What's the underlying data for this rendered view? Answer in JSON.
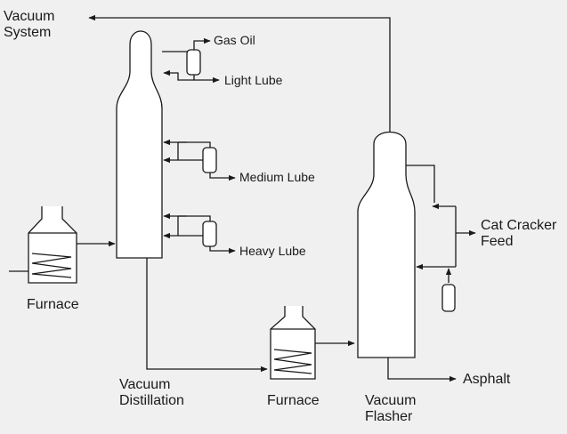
{
  "labels": {
    "vacuum_system": [
      "Vacuum",
      "System"
    ],
    "gas_oil": "Gas Oil",
    "light_lube": "Light Lube",
    "medium_lube": "Medium Lube",
    "heavy_lube": "Heavy Lube",
    "furnace_left": "Furnace",
    "vacuum_distillation": [
      "Vacuum",
      "Distillation"
    ],
    "furnace_bottom": "Furnace",
    "vacuum_flasher": [
      "Vacuum",
      "Flasher"
    ],
    "cat_cracker_feed": [
      "Cat Cracker",
      "Feed"
    ],
    "asphalt": "Asphalt"
  },
  "colors": {
    "line": "#1a1a1a",
    "background": "#f0f0f0",
    "vessel_fill": "#ffffff"
  }
}
